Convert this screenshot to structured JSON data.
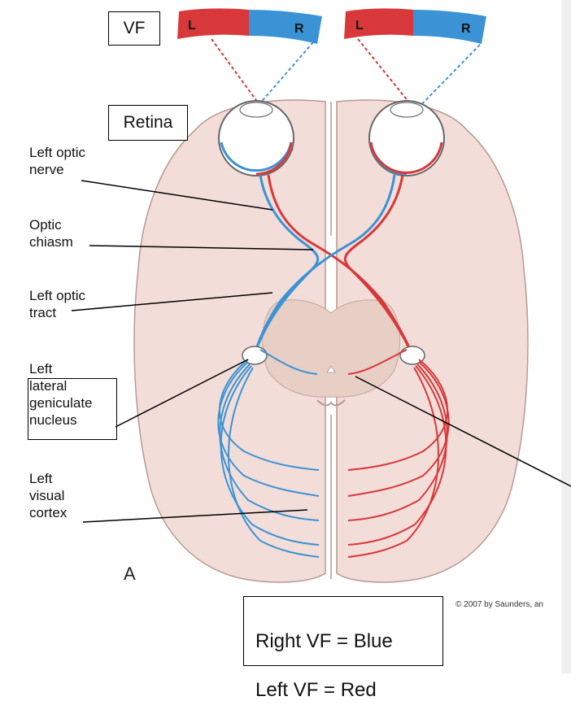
{
  "labels": {
    "vf": "VF",
    "retina": "Retina",
    "left_optic_nerve": "Left optic\nnerve",
    "optic_chiasm": "Optic\nchiasm",
    "left_optic_tract": "Left optic\ntract",
    "left_lgn": "Left\nlateral\ngeniculate\nnucleus",
    "left_visual_cortex": "Left\nvisual\ncortex",
    "figure_letter": "A",
    "copyright": "© 2007 by Saunders, an"
  },
  "visual_field": {
    "left_eye": {
      "left_letter": "L",
      "right_letter": "R"
    },
    "right_eye": {
      "left_letter": "L",
      "right_letter": "R"
    }
  },
  "legend": {
    "line1": "Right VF = Blue",
    "line2": "Left VF = Red"
  },
  "colors": {
    "left_vf": "#d9383a",
    "right_vf": "#3b93d6",
    "brain": "#f2ddd8",
    "brain_outline": "#b89a92",
    "brainstem": "#e8cfc6"
  }
}
